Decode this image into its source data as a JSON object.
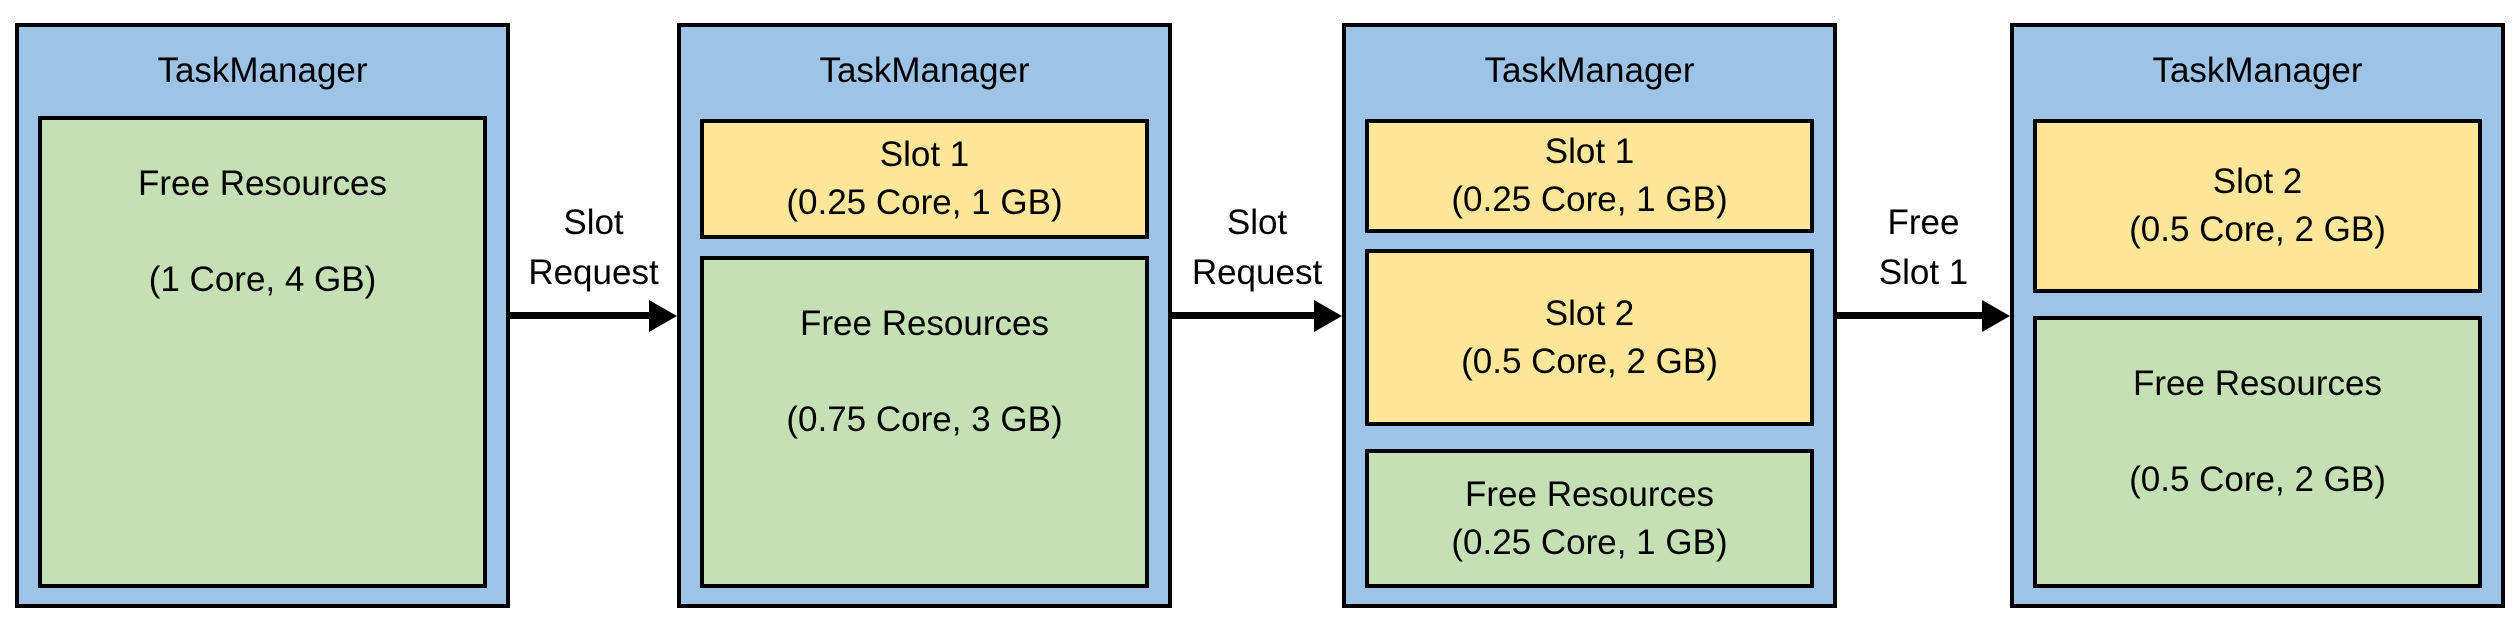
{
  "colors": {
    "background": "#ffffff",
    "panel_fill": "#9dc3e6",
    "slot_fill": "#ffe699",
    "free_fill": "#c5e0b4",
    "border": "#000000",
    "text": "#000000",
    "arrow": "#000000"
  },
  "panels": [
    {
      "title": "TaskManager",
      "blocks": [
        {
          "kind": "free-resources",
          "line1": "Free Resources",
          "line2": "(1 Core, 4 GB)"
        }
      ]
    },
    {
      "title": "TaskManager",
      "blocks": [
        {
          "kind": "slot",
          "line1": "Slot 1",
          "line2": "(0.25 Core, 1 GB)"
        },
        {
          "kind": "free-resources",
          "line1": "Free Resources",
          "line2": "(0.75 Core, 3 GB)"
        }
      ]
    },
    {
      "title": "TaskManager",
      "blocks": [
        {
          "kind": "slot",
          "line1": "Slot 1",
          "line2": "(0.25 Core, 1 GB)"
        },
        {
          "kind": "slot",
          "line1": "Slot 2",
          "line2": "(0.5 Core, 2 GB)"
        },
        {
          "kind": "free-resources",
          "line1": "Free Resources",
          "line2": "(0.25 Core, 1 GB)"
        }
      ]
    },
    {
      "title": "TaskManager",
      "blocks": [
        {
          "kind": "slot",
          "line1": "Slot 2",
          "line2": "(0.5 Core, 2 GB)"
        },
        {
          "kind": "free-resources",
          "line1": "Free Resources",
          "line2": "(0.5 Core, 2 GB)"
        }
      ]
    }
  ],
  "connectors": [
    {
      "line1": "Slot",
      "line2": "Request"
    },
    {
      "line1": "Slot",
      "line2": "Request"
    },
    {
      "line1": "Free",
      "line2": "Slot 1"
    }
  ]
}
